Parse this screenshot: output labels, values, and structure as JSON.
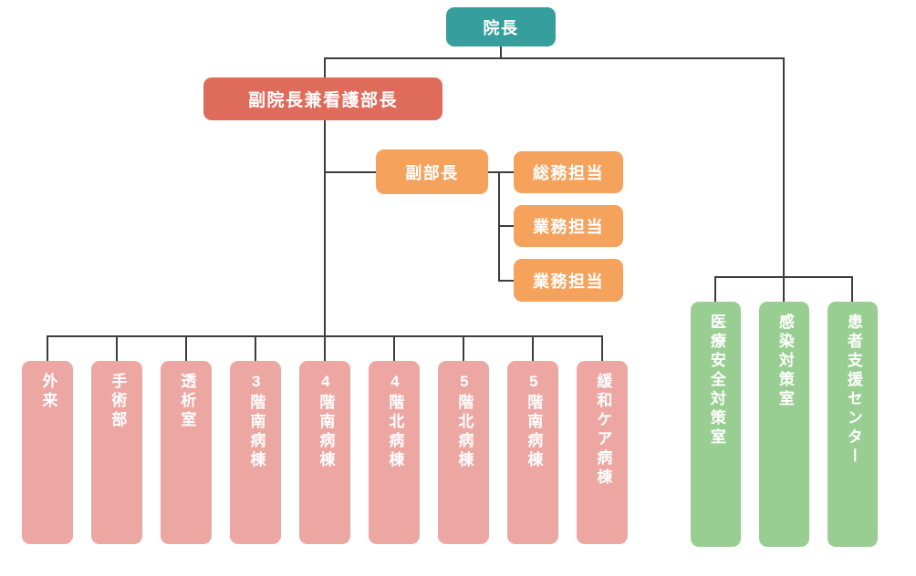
{
  "title": "hospital-nursing-department-organization-chart",
  "colors": {
    "director_box": "#379e9e",
    "vice_director_box": "#df6b5a",
    "management_box": "#f5a25d",
    "ward_box": "#eda7a3",
    "committee_box": "#99ce92",
    "connector_line": "#3d3d3d",
    "text": "#ffffff",
    "background": "#ffffff"
  },
  "nodes": {
    "director": {
      "label": "院長"
    },
    "vice_director": {
      "label": "副院長兼看護部長"
    },
    "deputy_manager": {
      "label": "副部長"
    },
    "staff": [
      {
        "label": "総務担当"
      },
      {
        "label": "業務担当"
      },
      {
        "label": "業務担当"
      }
    ],
    "wards": [
      {
        "label": "外来"
      },
      {
        "label": "手術部"
      },
      {
        "label": "透析室"
      },
      {
        "label": "3階南病棟"
      },
      {
        "label": "4階南病棟"
      },
      {
        "label": "4階北病棟"
      },
      {
        "label": "5階北病棟"
      },
      {
        "label": "5階南病棟"
      },
      {
        "label": "緩和ケア病棟"
      }
    ],
    "committees": [
      {
        "label": "医療安全対策室"
      },
      {
        "label": "感染対策室"
      },
      {
        "label": "患者支援センター"
      }
    ]
  }
}
